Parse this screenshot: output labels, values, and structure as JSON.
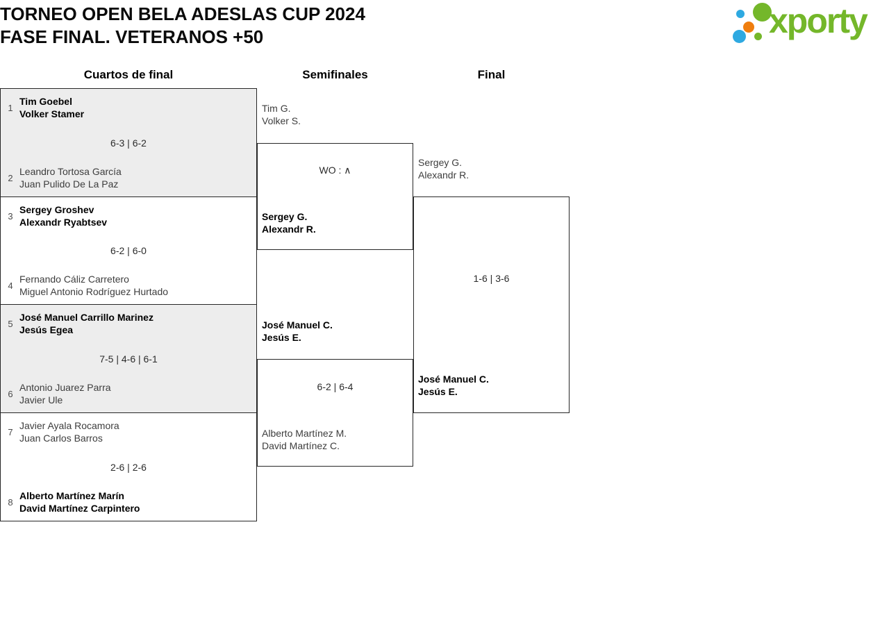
{
  "header": {
    "title_line1": "TORNEO OPEN BELA ADESLAS CUP 2024",
    "title_line2": "FASE FINAL. VETERANOS +50"
  },
  "logo": {
    "text": "xporty",
    "colors": {
      "green": "#74b72a",
      "blue": "#2ea9e1",
      "orange": "#ef7e0e"
    }
  },
  "round_labels": {
    "quarterfinals": "Cuartos de final",
    "semifinals": "Semifinales",
    "final": "Final"
  },
  "bracket": {
    "quarterfinals": [
      {
        "seed_top": "1",
        "top": {
          "player1": "Tim Goebel",
          "player2": "Volker Stamer",
          "winner": true
        },
        "score": "6-3 | 6-2",
        "seed_bottom": "2",
        "bottom": {
          "player1": "Leandro Tortosa García",
          "player2": "Juan Pulido De La Paz",
          "winner": false
        }
      },
      {
        "seed_top": "3",
        "top": {
          "player1": "Sergey Groshev",
          "player2": "Alexandr Ryabtsev",
          "winner": true
        },
        "score": "6-2 | 6-0",
        "seed_bottom": "4",
        "bottom": {
          "player1": "Fernando Cáliz Carretero",
          "player2": "Miguel Antonio Rodríguez Hurtado",
          "winner": false
        }
      },
      {
        "seed_top": "5",
        "top": {
          "player1": "José Manuel Carrillo Marinez",
          "player2": "Jesús Egea",
          "winner": true
        },
        "score": "7-5 | 4-6 | 6-1",
        "seed_bottom": "6",
        "bottom": {
          "player1": "Antonio Juarez Parra",
          "player2": "Javier Ule",
          "winner": false
        }
      },
      {
        "seed_top": "7",
        "top": {
          "player1": "Javier Ayala Rocamora",
          "player2": "Juan Carlos Barros",
          "winner": false
        },
        "score": "2-6 | 2-6",
        "seed_bottom": "8",
        "bottom": {
          "player1": "Alberto Martínez Marín",
          "player2": "David Martínez Carpintero",
          "winner": true
        }
      }
    ],
    "semifinals": [
      {
        "top": {
          "player1": "Tim G.",
          "player2": "Volker S.",
          "winner": false
        },
        "score": "WO : ∧",
        "bottom": {
          "player1": "Sergey G.",
          "player2": "Alexandr R.",
          "winner": true
        }
      },
      {
        "top": {
          "player1": "José Manuel C.",
          "player2": "Jesús E.",
          "winner": true
        },
        "score": "6-2 | 6-4",
        "bottom": {
          "player1": "Alberto Martínez M.",
          "player2": "David Martínez C.",
          "winner": false
        }
      }
    ],
    "final": {
      "top": {
        "player1": "Sergey G.",
        "player2": "Alexandr R.",
        "winner": false
      },
      "score": "1-6 | 3-6",
      "bottom": {
        "player1": "José Manuel C.",
        "player2": "Jesús E.",
        "winner": true
      }
    }
  }
}
